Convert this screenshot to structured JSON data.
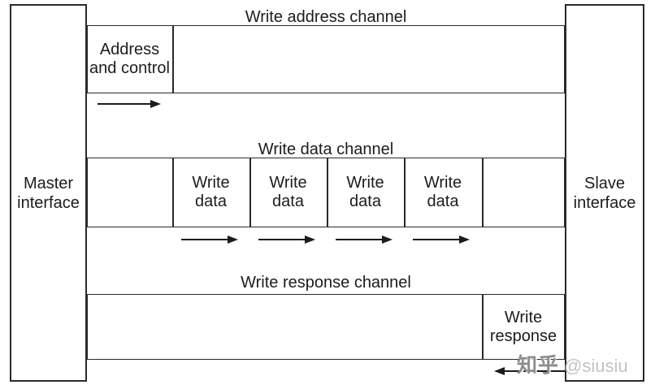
{
  "master": {
    "line1": "Master",
    "line2": "interface"
  },
  "slave": {
    "line1": "Slave",
    "line2": "interface"
  },
  "channels": {
    "address": {
      "title": "Write address channel",
      "cell": {
        "line1": "Address",
        "line2": "and control"
      },
      "arrow_direction": "right"
    },
    "data": {
      "title": "Write data channel",
      "cells": [
        {
          "line1": "Write",
          "line2": "data"
        },
        {
          "line1": "Write",
          "line2": "data"
        },
        {
          "line1": "Write",
          "line2": "data"
        },
        {
          "line1": "Write",
          "line2": "data"
        }
      ],
      "arrow_direction": "right"
    },
    "response": {
      "title": "Write response channel",
      "cell": {
        "line1": "Write",
        "line2": "response"
      },
      "arrow_direction": "left"
    }
  },
  "watermark": {
    "brand": "知乎",
    "handle": "@siusiu"
  },
  "colors": {
    "line": "#2a2a2a",
    "text": "#1c1c1c",
    "watermark_brand": "#8d8d8d",
    "watermark_handle": "#c2c2c2",
    "background": "#ffffff"
  }
}
